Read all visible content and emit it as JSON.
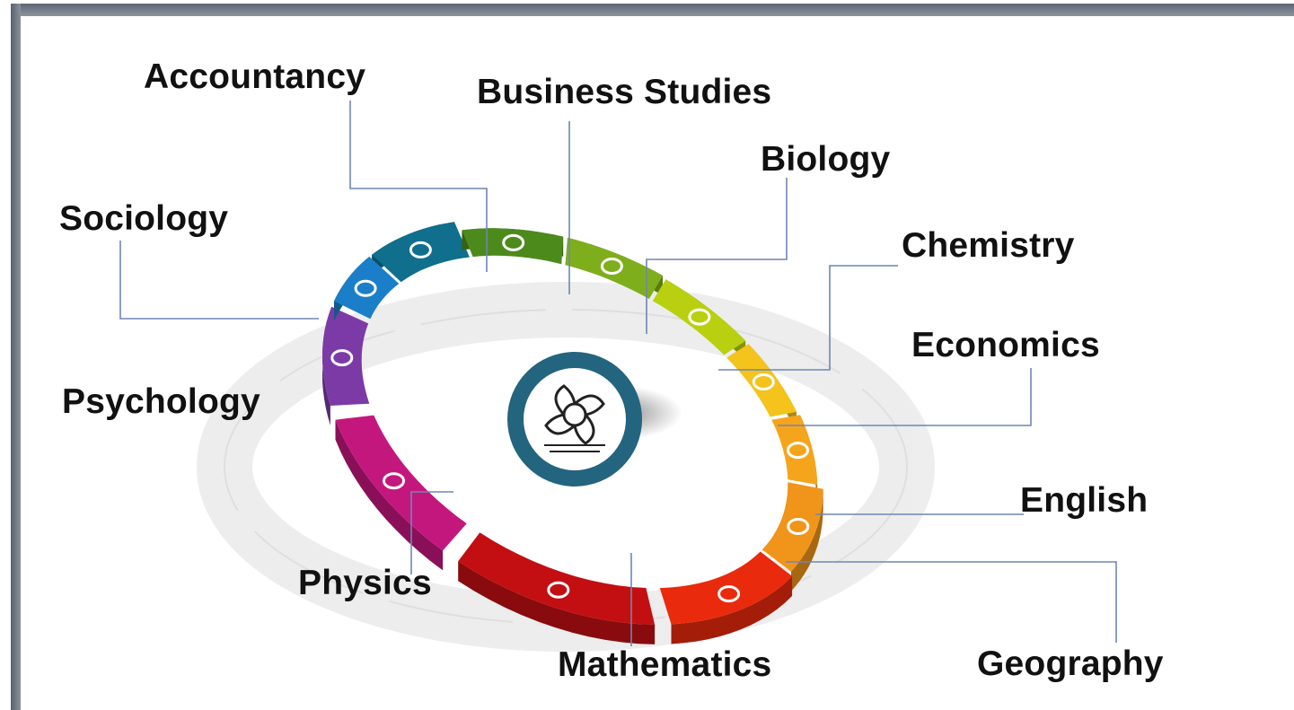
{
  "diagram": {
    "subjects": [
      {
        "key": "accountancy",
        "label": "Accountancy",
        "color": "#4d8a1c"
      },
      {
        "key": "business_studies",
        "label": "Business Studies",
        "color": "#7fae1c"
      },
      {
        "key": "biology",
        "label": "Biology",
        "color": "#b9d010"
      },
      {
        "key": "chemistry",
        "label": "Chemistry",
        "color": "#f4c31c"
      },
      {
        "key": "sociology",
        "label": "Sociology",
        "color": "#0f6f8d"
      },
      {
        "key": "economics",
        "label": "Economics",
        "color": "#f5a51c"
      },
      {
        "key": "psychology",
        "label": "Psychology",
        "color": "#7c3aa6"
      },
      {
        "key": "english",
        "label": "English",
        "color": "#f0951a"
      },
      {
        "key": "physics",
        "label": "Physics",
        "color": "#c4177e"
      },
      {
        "key": "mathematics",
        "label": "Mathematics",
        "color": "#c30f12"
      },
      {
        "key": "geography",
        "label": "Geography",
        "color": "#ea2a0d"
      }
    ],
    "logo": {
      "ring_color": "#23647e",
      "emblem": "kendriya-vidyalaya-emblem"
    }
  }
}
